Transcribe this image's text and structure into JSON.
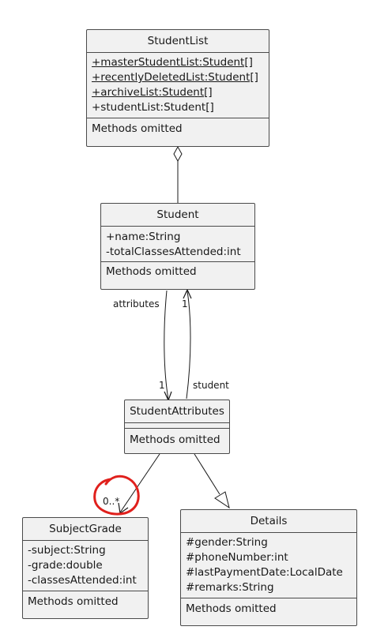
{
  "classes": {
    "student_list": {
      "name": "StudentList",
      "attributes": [
        "+masterStudentList:Student[]",
        "+recentlyDeletedList:Student[]",
        "+archiveList:Student[]",
        "+studentList:Student[]"
      ],
      "methods": "Methods omitted"
    },
    "student": {
      "name": "Student",
      "attributes": [
        "+name:String",
        "-totalClassesAttended:int"
      ],
      "methods": "Methods omitted"
    },
    "student_attributes": {
      "name": "StudentAttributes",
      "methods": "Methods omitted"
    },
    "subject_grade": {
      "name": "SubjectGrade",
      "attributes": [
        "-subject:String",
        "-grade:double",
        "-classesAttended:int"
      ],
      "methods": "Methods omitted"
    },
    "details": {
      "name": "Details",
      "attributes": [
        "#gender:String",
        "#phoneNumber:int",
        "#lastPaymentDate:LocalDate",
        "#remarks:String"
      ],
      "methods": "Methods omitted"
    }
  },
  "relations": {
    "attributes_label": "attributes",
    "student_label": "student",
    "mult_student_side": "1",
    "mult_attributes_side": "1",
    "mult_subject_grade": "0..*"
  },
  "colors": {
    "box_fill": "#f1f1f1",
    "border": "#4a4a4a",
    "annotation_circle": "#e0201c"
  }
}
